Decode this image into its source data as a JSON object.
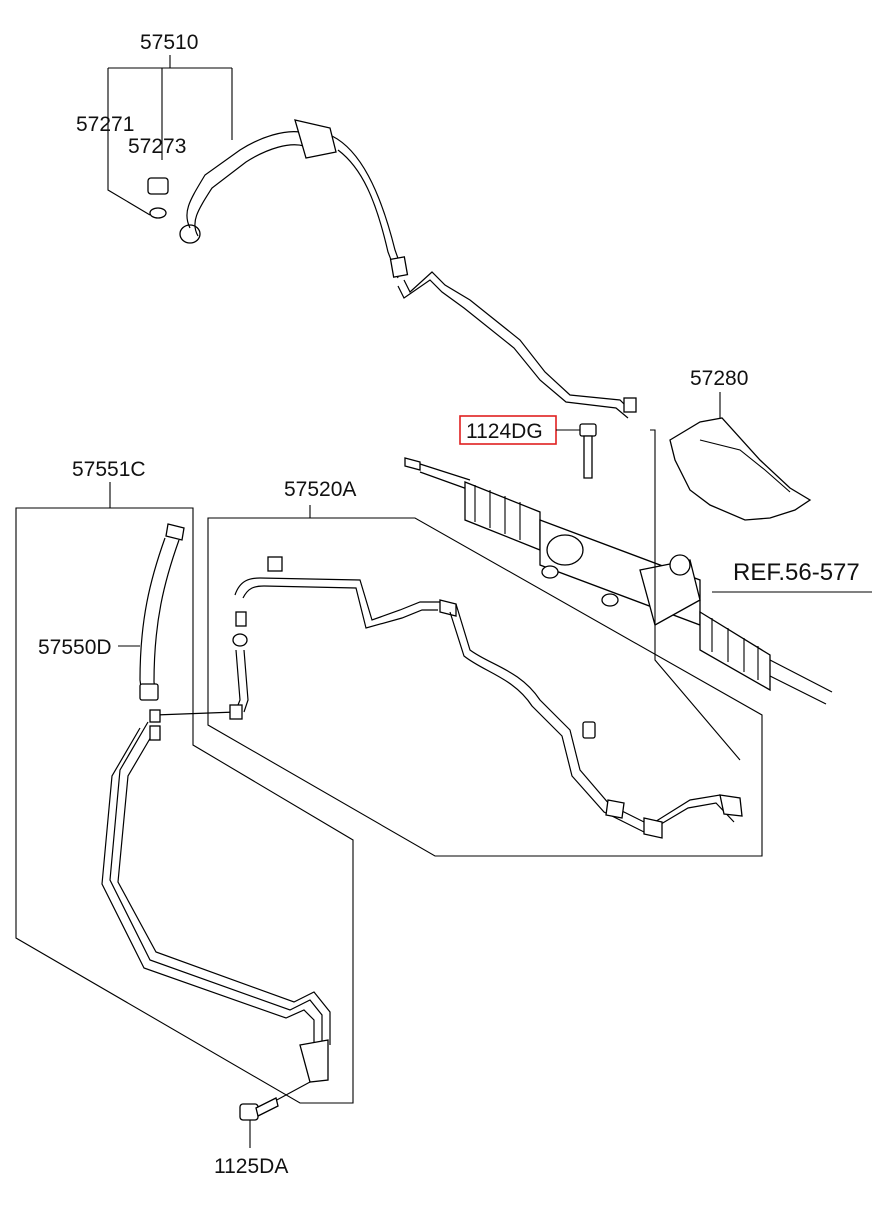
{
  "labels": {
    "hose_assy": "57510",
    "o_ring": "57271",
    "union_bolt": "57273",
    "cover": "57280",
    "bolt_highlight": "1124DG",
    "cooler_tube": "57551C",
    "return_hose_assy": "57520A",
    "ref_gear_box": "REF.56-577",
    "cooler_hose": "57550D",
    "bolt_bottom": "1125DA"
  },
  "highlight_color": "#e02020"
}
